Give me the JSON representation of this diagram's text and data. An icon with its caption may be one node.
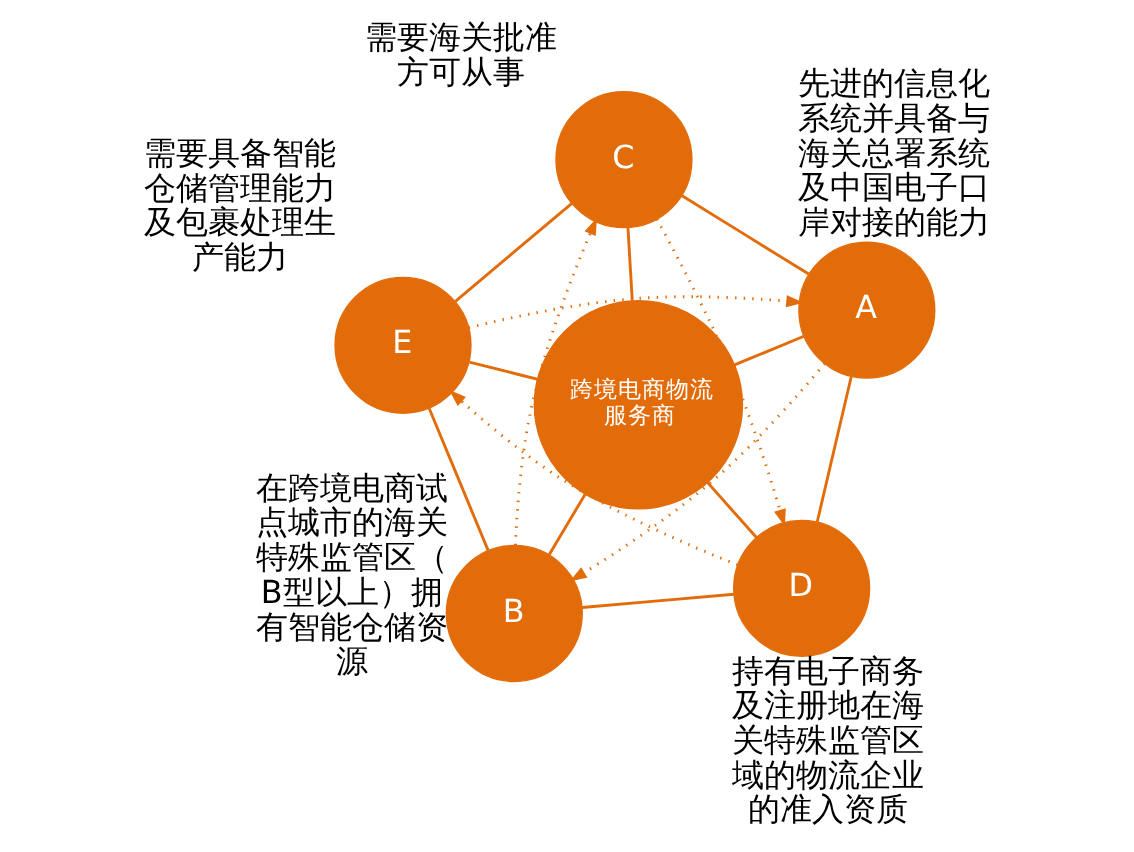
{
  "diagram": {
    "nodes": [
      {
        "text": [
          "跨境电商物流服务商"
        ]
      },
      {
        "text": [
          "A"
        ],
        "beside": [
          "先进的信息化系统并具备与海关总署系统及中国电子口岸对接的能力"
        ]
      },
      {
        "text": [
          "B"
        ],
        "beside": [
          "在跨境电商试点城市的海关特殊监管区（B型以上）拥有智能仓储资源"
        ]
      },
      {
        "text": [
          "C"
        ],
        "beside": [
          "需要海关批准方可从事"
        ]
      },
      {
        "text": [
          "D"
        ],
        "beside": [
          "持有电子商务及注册地在海关特殊监管区域的物流企业的准入资质"
        ]
      },
      {
        "text": [
          "E"
        ],
        "beside": [
          "需要具备智能仓储管理能力及包裹处理生产能力"
        ]
      }
    ],
    "edges": [
      {
        "from": 0,
        "to": 1,
        "arrow": "none"
      },
      {
        "from": 0,
        "to": 2,
        "arrow": "none"
      },
      {
        "from": 0,
        "to": 3,
        "arrow": "none"
      },
      {
        "from": 0,
        "to": 4,
        "arrow": "none"
      },
      {
        "from": 0,
        "to": 5,
        "arrow": "none"
      },
      {
        "from": 1,
        "to": 3,
        "arrow": "none"
      },
      {
        "from": 1,
        "to": 4,
        "arrow": "none"
      },
      {
        "from": 2,
        "to": 4,
        "arrow": "none"
      },
      {
        "from": 2,
        "to": 5,
        "arrow": "none"
      },
      {
        "from": 3,
        "to": 5,
        "arrow": "none"
      },
      {
        "from": 1,
        "to": 2,
        "arrow": "to",
        "style": "dashed"
      },
      {
        "from": 2,
        "to": 3,
        "arrow": "to",
        "style": "dashed"
      },
      {
        "from": 3,
        "to": 4,
        "arrow": "to",
        "style": "dashed"
      },
      {
        "from": 4,
        "to": 5,
        "arrow": "to",
        "style": "dashed"
      },
      {
        "from": 5,
        "to": 1,
        "arrow": "to",
        "style": "dashed"
      }
    ]
  }
}
